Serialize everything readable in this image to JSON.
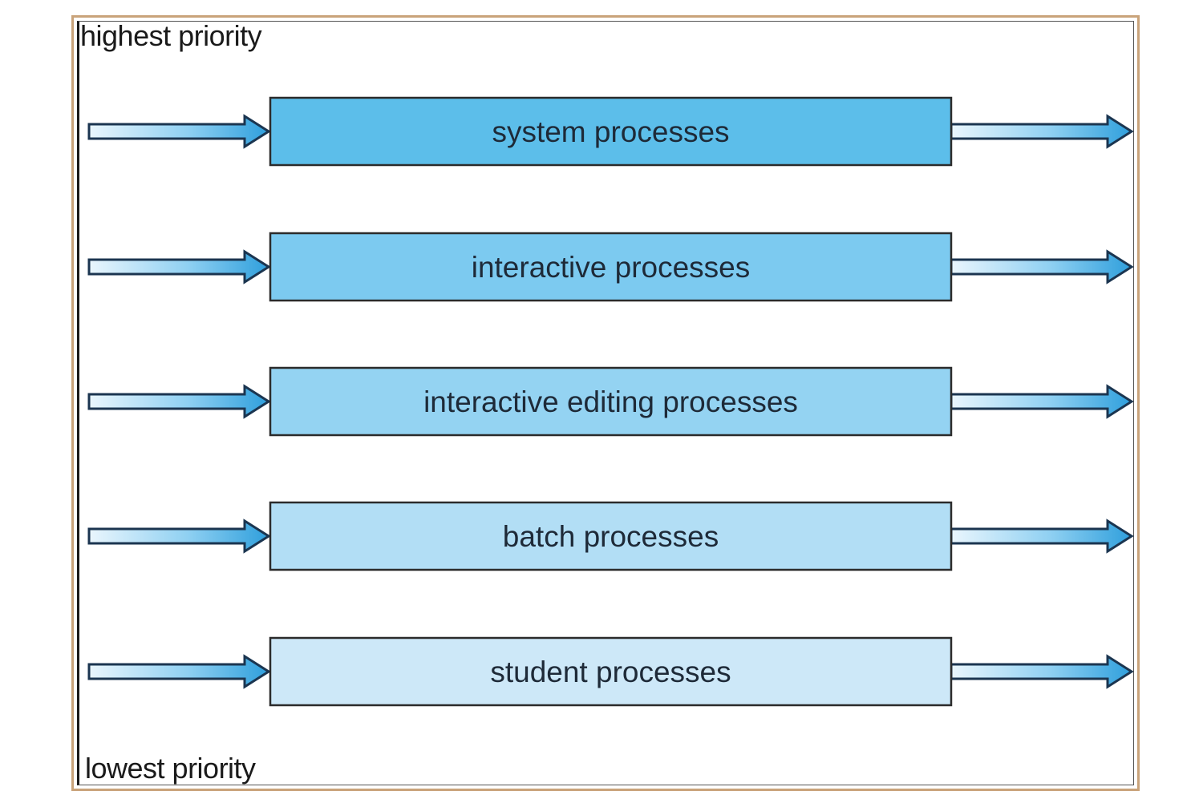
{
  "labels": {
    "top": "highest priority",
    "bottom": "lowest priority"
  },
  "queues": [
    {
      "label": "system processes",
      "fill": "#5cbeea"
    },
    {
      "label": "interactive processes",
      "fill": "#7ccaf0"
    },
    {
      "label": "interactive editing processes",
      "fill": "#94d3f2"
    },
    {
      "label": "batch processes",
      "fill": "#b2def5"
    },
    {
      "label": "student processes",
      "fill": "#cde8f8"
    }
  ],
  "colors": {
    "box_border": "#2b2b2b",
    "arrow_fill": "#3fa9e0",
    "arrow_stroke": "#1b3550",
    "frame": "#c9a37a"
  }
}
